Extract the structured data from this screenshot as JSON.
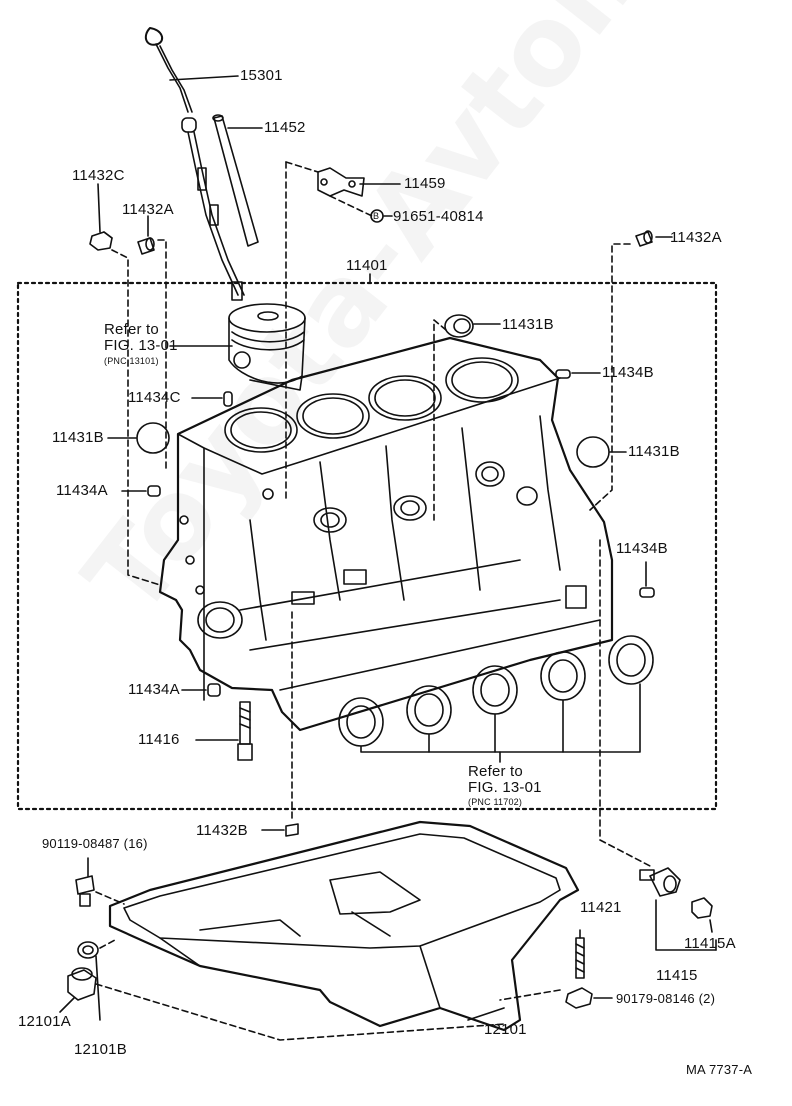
{
  "watermark": "Toyota-Avtoline.ru",
  "drawing_code": "MA 7737-A",
  "callouts": {
    "c15301": "15301",
    "c11452": "11452",
    "c11432C": "11432C",
    "c11459": "11459",
    "c11432A_left": "11432A",
    "c91651": "91651-40814",
    "c11432A_right": "11432A",
    "c11401": "11401",
    "c11431B_top": "11431B",
    "c11434B_top": "11434B",
    "c11434C": "11434C",
    "c11431B_left": "11431B",
    "c11431B_right": "11431B",
    "c11434A_upper": "11434A",
    "c11434B_right": "11434B",
    "c11434A_lower": "11434A",
    "c11416": "11416",
    "c11432B": "11432B",
    "c90119": "90119-08487 (16)",
    "c11421": "11421",
    "c11415A": "11415A",
    "c11415": "11415",
    "c90179": "90179-08146 (2)",
    "c12101A": "12101A",
    "c12101B": "12101B",
    "c12101": "12101"
  },
  "refs": {
    "piston": {
      "line1": "Refer to",
      "line2": "FIG. 13-01",
      "line3": "(PNC 13101)"
    },
    "bearings": {
      "line1": "Refer to",
      "line2": "FIG. 13-01",
      "line3": "(PNC 11702)"
    }
  },
  "bolt_symbol": "B"
}
